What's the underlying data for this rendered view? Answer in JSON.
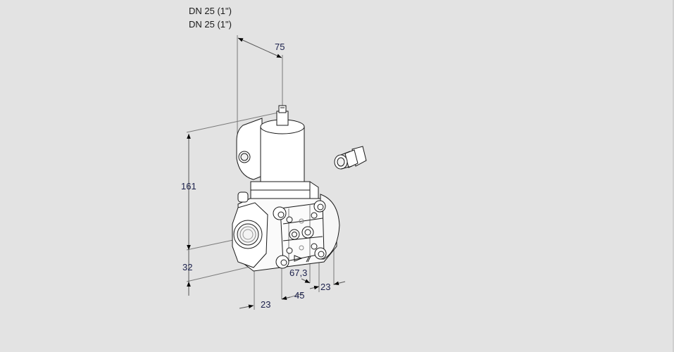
{
  "drawing": {
    "title_line_1": "DN 25 (1\")",
    "title_line_2": "DN 25 (1\")",
    "background_color": "#e3e3e3",
    "line_color": "#1a1a1a",
    "dim_line_color": "#7a7a7a",
    "component": "solenoid-valve",
    "accessory": "cable-gland"
  },
  "dimensions": {
    "top_offset": "75",
    "height_total": "161",
    "height_lower": "32",
    "width_left": "23",
    "width_mid": "45",
    "width_depth": "67,3",
    "width_right": "23"
  }
}
